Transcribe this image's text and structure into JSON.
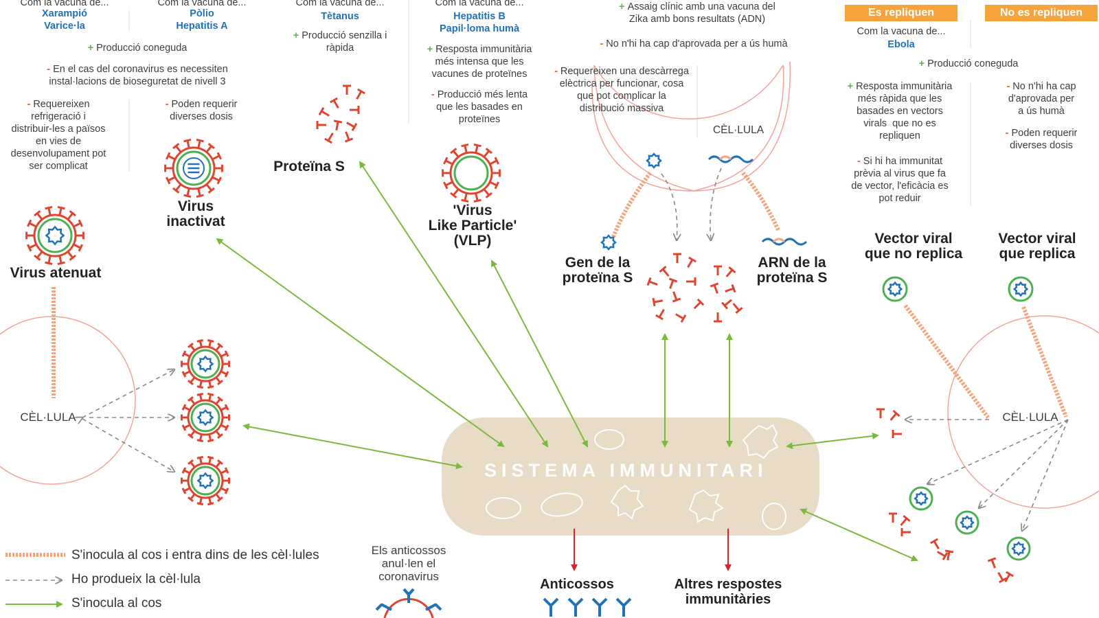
{
  "colors": {
    "arrow_green": "#7bb93c",
    "arrow_red": "#d9262c",
    "inoculate": "#f7a47c",
    "membrane": "#f2a39a",
    "spike": "#e0442f",
    "rna_ring": "#4caf50",
    "dna_blue": "#1f72b8",
    "blob": "#e8dcc7",
    "tag": "#f6a33c"
  },
  "col1": {
    "with": "Com la vacuna de...",
    "names": "Xarampió\nVarice·la",
    "minus": "Requereixen\nrefrigeració i\ndistribuir-les a països\nen vies de\ndesenvolupament pot\nser complicat"
  },
  "col2": {
    "with": "Com la vacuna de...",
    "names": "Pòlio\nHepatitis A",
    "minus": "Poden requerir\ndiverses dosis"
  },
  "shared12": {
    "plus": "Producció coneguda",
    "minus": "En el cas del coronavirus es necessiten\ninstal·lacions de bioseguretat de nivell 3"
  },
  "col3": {
    "with": "Com la vacuna de...",
    "names": "Tètanus",
    "plus": "Producció senzilla i\nràpida"
  },
  "col4": {
    "with": "Com la vacuna de...",
    "names": "Hepatitis B\nPapil·loma humà",
    "plus": "Resposta immunitària\nmés intensa que les\nvacunes de proteïnes",
    "minus": "Producció més lenta\nque les basades en\nproteïnes"
  },
  "col5": {
    "plus": "Assaig clínic amb una vacuna del\nZika amb bons resultats (ADN)",
    "minus1": "No n'hi ha cap d'aprovada per a ús humà",
    "minus2": "Requereixen una descàrrega\nelèctrica per funcionar, cosa\nque pot complicar la\ndistribució massiva",
    "cell": "CÈL·LULA"
  },
  "col6": {
    "tag_rep": "Es repliquen",
    "tag_norep": "No es repliquen",
    "with": "Com la vacuna de...",
    "names": "Ebola",
    "plus1": "Producció coneguda",
    "plus2": "Resposta immunitària\nmés ràpida que les\nbasades en vectors\nvirals  que no es\nrepliquen",
    "minus1": "Si hi ha immunitat\nprèvia al virus que fa\nde vector, l'eficàcia es\npot reduir",
    "minus2": "No n'hi ha cap\nd'aprovada per\na ús humà",
    "minus3": "Poden requerir\ndiverses dosis"
  },
  "headings": {
    "atenuat": "Virus atenuat",
    "inactivat": "Virus\ninactivat",
    "proteina": "Proteïna S",
    "vlp": "'Virus\nLike Particle'\n(VLP)",
    "gen": "Gen de la\nproteïna S",
    "arn": "ARN de la\nproteïna S",
    "vec_norep": "Vector viral\nque no replica",
    "vec_rep": "Vector viral\nque replica"
  },
  "cell_left": "CÈL·LULA",
  "cell_right": "CÈL·LULA",
  "system": "SISTEMA IMMUNITARI",
  "outputs": {
    "antibodies": "Anticossos",
    "other": "Altres respostes\nimmunitàries",
    "neutralize": "Els anticossos\nanul·len el\ncoronavirus"
  },
  "legend": {
    "inoculate_cells": "S'inocula al cos i entra dins de les cèl·lules",
    "produced_cell": "Ho produeix la cèl·lula",
    "inoculate": "S'inocula al cos"
  }
}
